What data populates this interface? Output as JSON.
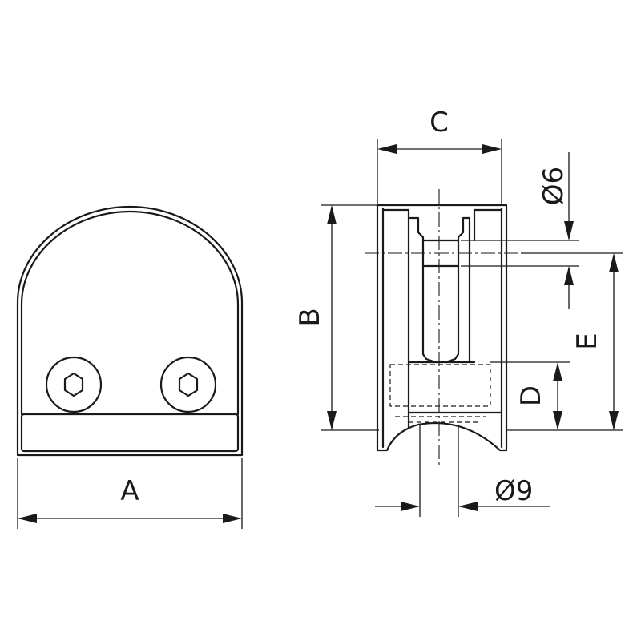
{
  "drawing": {
    "labels": {
      "a": "A",
      "b": "B",
      "c": "C",
      "d": "D",
      "e": "E",
      "dia6": "Ø6",
      "dia9": "Ø9"
    }
  }
}
